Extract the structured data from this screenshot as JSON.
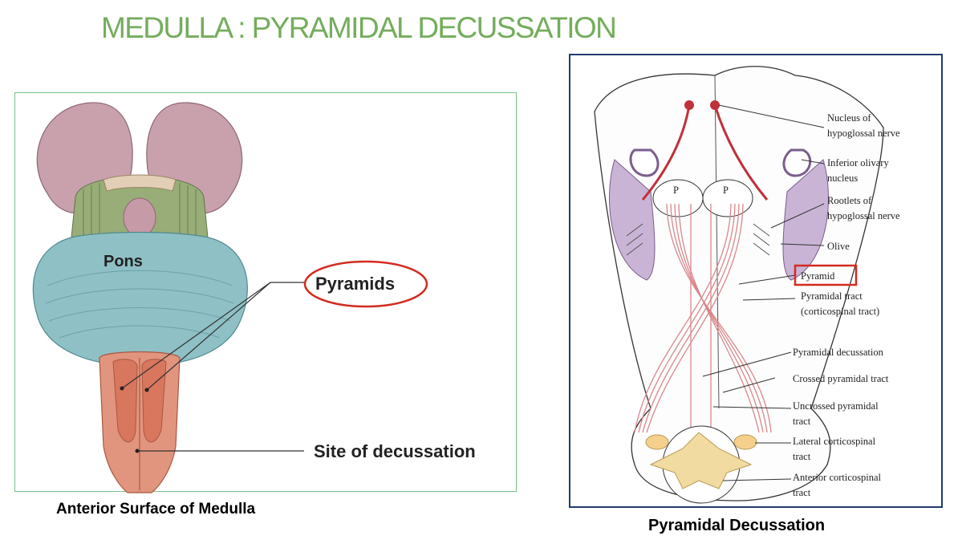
{
  "title": "MEDULLA : PYRAMIDAL DECUSSATION",
  "left_figure": {
    "labels": {
      "pons": "Pons",
      "pyramids": "Pyramids",
      "site": "Site of decussation"
    },
    "caption": "Anterior Surface of Medulla"
  },
  "right_figure": {
    "p_marks": [
      "P",
      "P"
    ],
    "labels": [
      "Nucleus of",
      "hypoglossal nerve",
      "Inferior olivary",
      "nucleus",
      "Rootlets of",
      "hypoglossal nerve",
      "Olive",
      "Pyramid",
      "Pyramidal tract",
      "(corticospinal tract)",
      "Pyramidal decussation",
      "Crossed pyramidal tract",
      "Uncrossed pyramidal",
      "tract",
      "Lateral corticospinal",
      "tract",
      "Anterior corticospinal",
      "tract"
    ],
    "caption": "Pyramidal Decussation"
  },
  "colors": {
    "title": "#74ad5c",
    "highlight": "#d42a1f",
    "frame_left": "#7cc08a",
    "frame_right": "#1f3c6e",
    "tract": "#c0303a"
  }
}
